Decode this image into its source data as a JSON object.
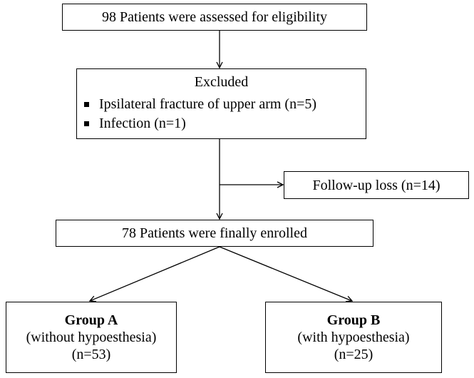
{
  "diagram": {
    "assessed": "98 Patients were assessed for eligibility",
    "excluded": {
      "title": "Excluded",
      "items": [
        "Ipsilateral fracture of upper arm (n=5)",
        "Infection (n=1)"
      ]
    },
    "followup": "Follow-up loss (n=14)",
    "enrolled": "78 Patients were finally enrolled",
    "group_a": {
      "title": "Group A",
      "description": "(without hypoesthesia)",
      "count": "(n=53)"
    },
    "group_b": {
      "title": "Group B",
      "description": "(with hypoesthesia)",
      "count": "(n=25)"
    }
  },
  "colors": {
    "line": "#000000",
    "background": "#ffffff"
  }
}
